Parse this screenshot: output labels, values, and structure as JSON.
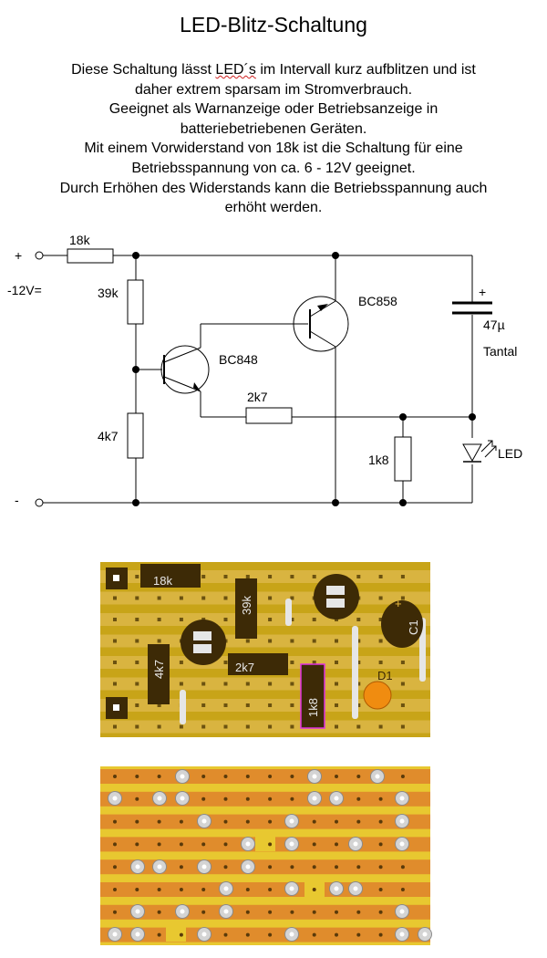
{
  "title": "LED-Blitz-Schaltung",
  "description": {
    "line1_pre": "Diese Schaltung lässt ",
    "line1_mark": "LED´s",
    "line1_post": " im Intervall kurz aufblitzen und ist",
    "line2": "daher extrem sparsam im Stromverbrauch.",
    "line3": "Geeignet als Warnanzeige oder Betriebsanzeige in",
    "line4": "batteriebetriebenen Geräten.",
    "line5": "Mit einem Vorwiderstand von 18k ist die Schaltung für eine",
    "line6": "Betriebsspannung von ca. 6 - 12V geeignet.",
    "line7": "Durch Erhöhen des Widerstands kann die Betriebsspannung auch",
    "line8": "erhöht werden."
  },
  "schematic": {
    "plus": "+",
    "minus": "-",
    "supply": "-12V=",
    "r_series": "18k",
    "r_top": "39k",
    "r_bottom": "4k7",
    "r_mid": "2k7",
    "r_led": "1k8",
    "q_npn": "BC848",
    "q_pnp": "BC858",
    "cap_value": "47µ",
    "cap_type": "Tantal",
    "cap_plus": "+",
    "led": "LED"
  },
  "board_layout": {
    "r_series": "18k",
    "r_top": "39k",
    "r_bottom": "4k7",
    "r_mid": "2k7",
    "r_led": "1k8",
    "cap": "C1",
    "cap_plus": "+",
    "led": "D1"
  },
  "colors": {
    "board_background": "#c8a418",
    "strip": "#d9b440",
    "component_body": "#3d2a06",
    "resistor_highlight": "#e030e0",
    "copper_strip": "#e08c2c",
    "copper_gap": "#e8c830",
    "led": "#f08c10"
  }
}
